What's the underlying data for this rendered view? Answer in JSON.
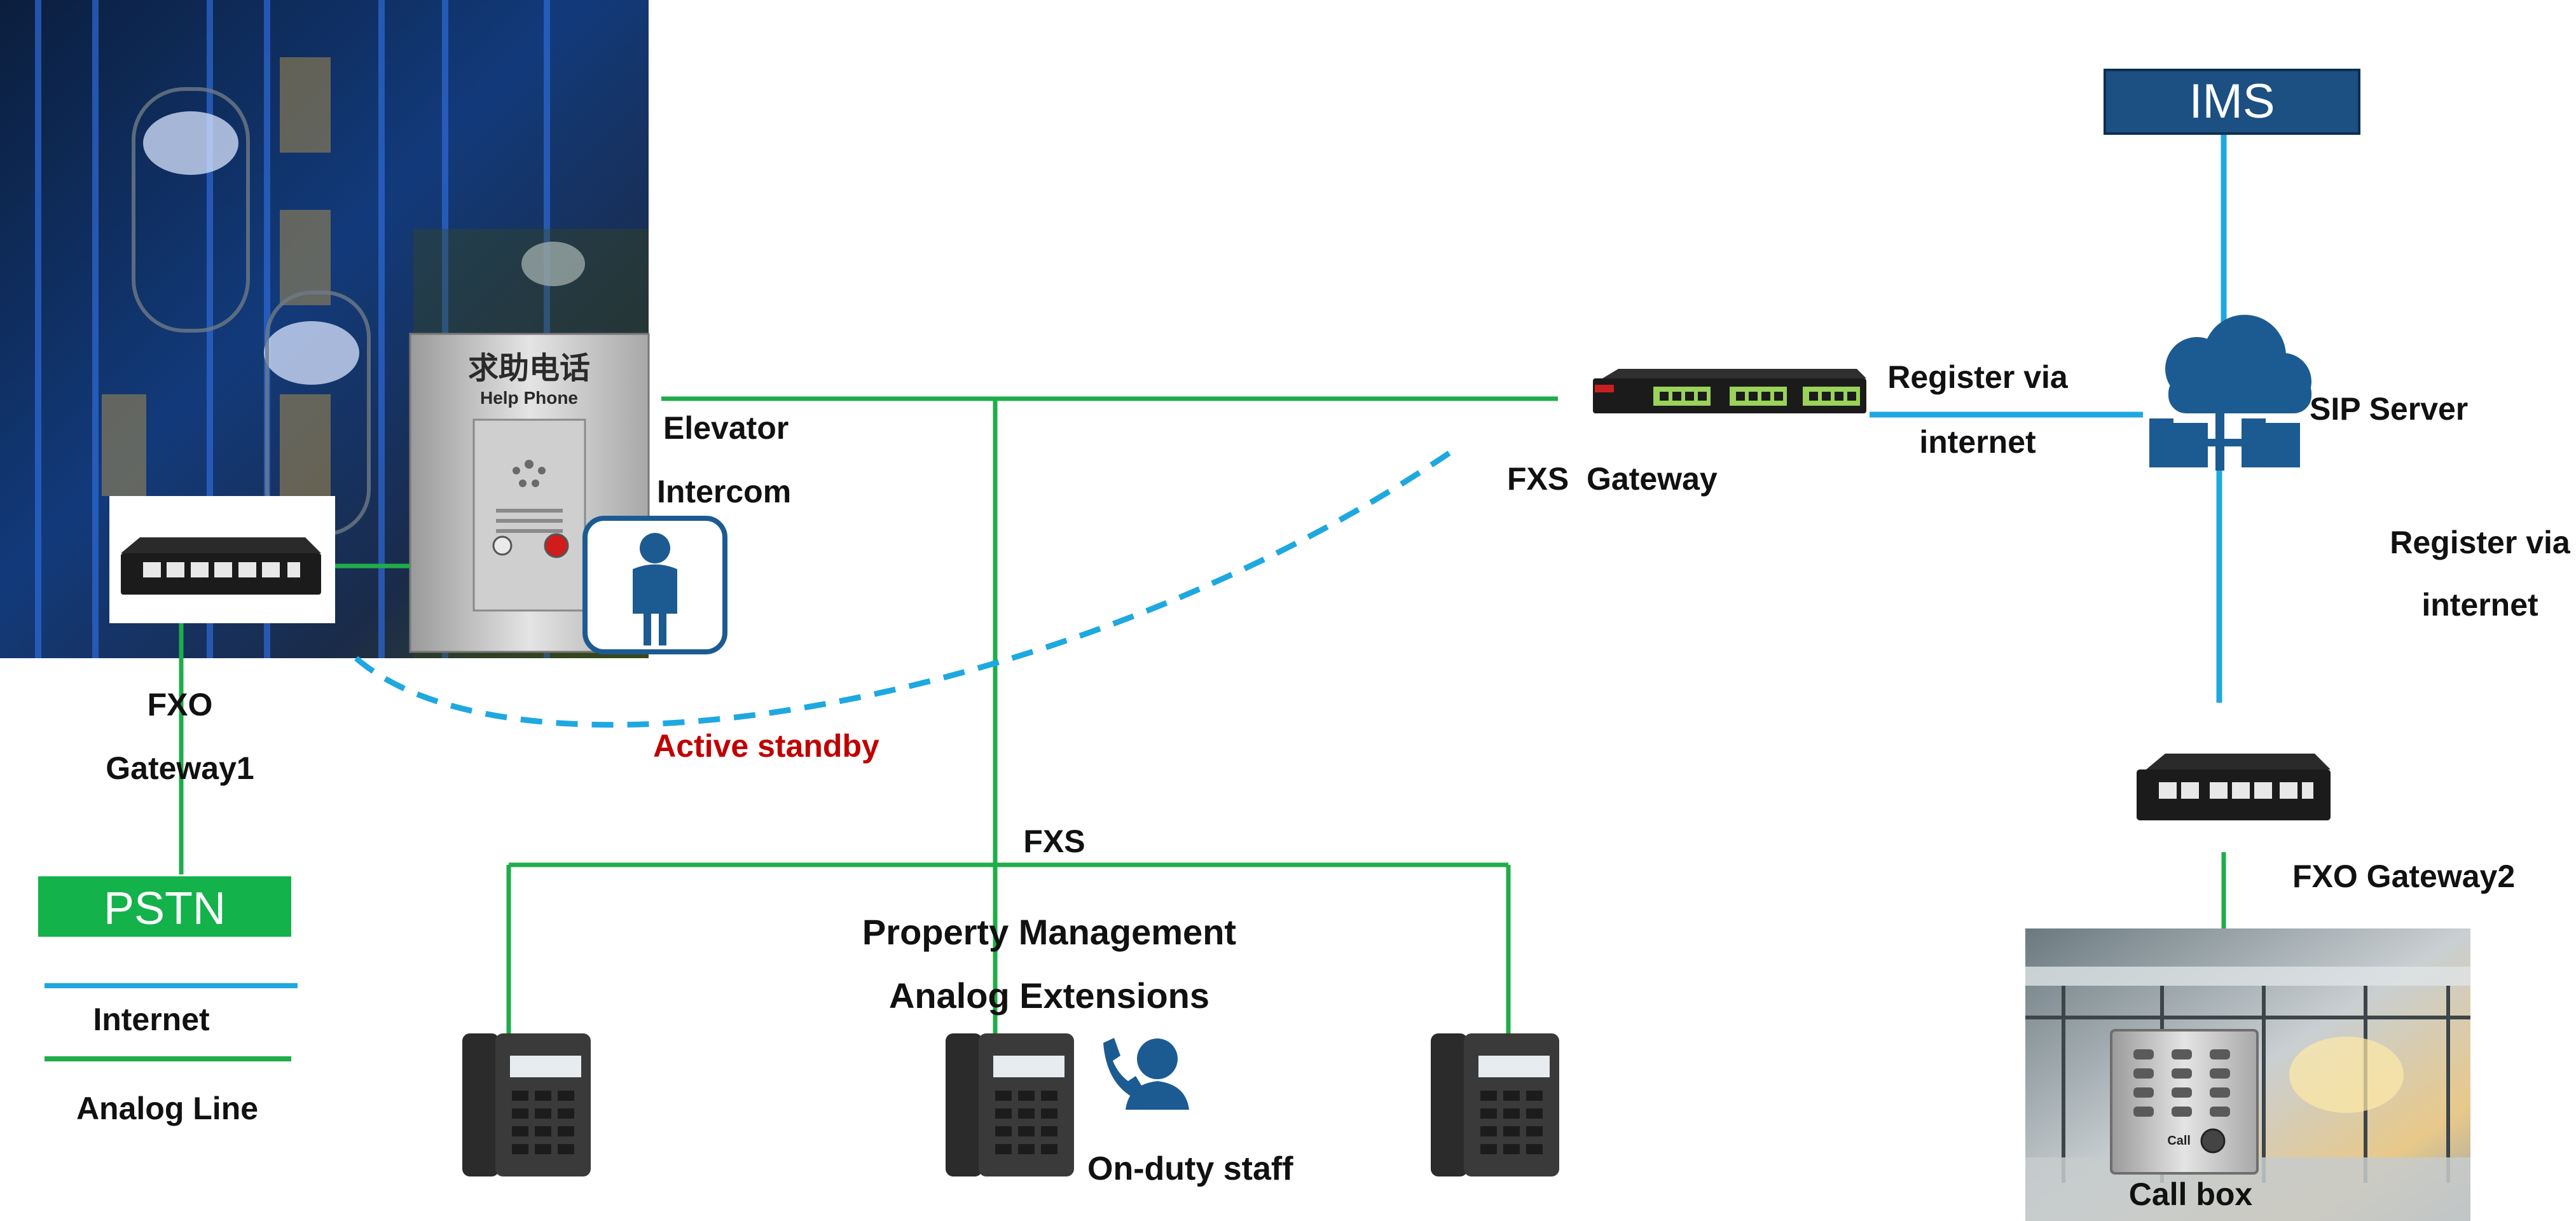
{
  "labels": {
    "ims": "IMS",
    "sip_server": "SIP Server",
    "fxs_gateway": "FXS  Gateway",
    "register_via_1": "Register via",
    "internet_1": "internet",
    "register_via_2": "Register via",
    "internet_2": "internet",
    "fxo_gateway2": "FXO Gateway2",
    "call_box": "Call box",
    "elevator": "Elevator",
    "intercom": "Intercom",
    "fxo": "FXO",
    "gateway1": "Gateway1",
    "active_standby": "Active standby",
    "fxs": "FXS",
    "property_management": "Property Management",
    "analog_extensions": "Analog Extensions",
    "on_duty_staff": "On-duty staff",
    "pstn": "PSTN",
    "legend_internet": "Internet",
    "legend_analog": "Analog Line"
  },
  "help_phone": {
    "chinese": "求助电话",
    "english": "Help Phone"
  },
  "call_box_button": "Call",
  "colors": {
    "analog_line": "#1fad4a",
    "internet_line": "#1ea8e0",
    "ims_box": "#1c4f82",
    "cloud": "#1c5b92",
    "pstn_box": "#13b24b",
    "active_standby": "#c00000",
    "person_icon": "#1c5b92",
    "text": "#111111"
  },
  "icons": [
    "cloud-server-icon",
    "person-icon",
    "staff-phone-icon",
    "desk-phone-icon",
    "gateway-device-icon",
    "rack-gateway-icon"
  ]
}
